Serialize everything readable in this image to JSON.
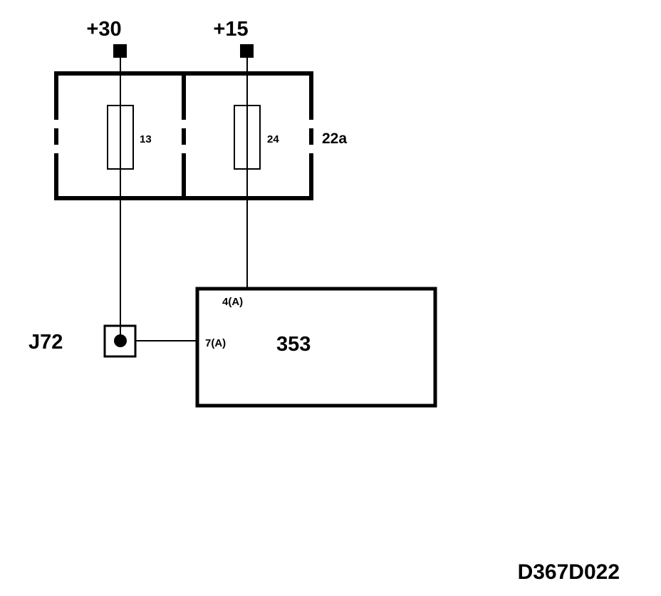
{
  "terminals": {
    "t30": {
      "label": "+30"
    },
    "t15": {
      "label": "+15"
    }
  },
  "fuse_box": {
    "label": "22a",
    "fuses": [
      {
        "label": "13"
      },
      {
        "label": "24"
      }
    ]
  },
  "component": {
    "label": "353",
    "pin_top": "4(A)",
    "pin_left": "7(A)"
  },
  "connector": {
    "label": "J72"
  },
  "drawing_code": "D367D022",
  "colors": {
    "line": "#000000",
    "background": "#ffffff"
  }
}
